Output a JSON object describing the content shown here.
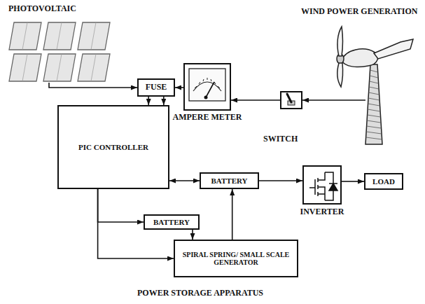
{
  "diagram": {
    "nodes": [
      {
        "text": [
          "PHOTOVOLTAIC"
        ]
      },
      {
        "text": [
          "FUSE"
        ]
      },
      {
        "text": [
          "AMPERE METER"
        ]
      },
      {
        "text": [
          "SWITCH"
        ]
      },
      {
        "text": [
          "WIND POWER GENERATION"
        ]
      },
      {
        "text": [
          "PIC CONTROLLER"
        ]
      },
      {
        "text": [
          "BATTERY"
        ]
      },
      {
        "text": [
          "INVERTER"
        ]
      },
      {
        "text": [
          "LOAD"
        ]
      },
      {
        "text": [
          "BATTERY"
        ]
      },
      {
        "text": [
          "SPIRAL SPRING/ SMALL SCALE GENERATOR"
        ]
      }
    ],
    "edges": [
      {
        "from": 0,
        "to": 1,
        "arrow": "to"
      },
      {
        "from": 2,
        "to": 1,
        "arrow": "to"
      },
      {
        "from": 3,
        "to": 2,
        "arrow": "to"
      },
      {
        "from": 4,
        "to": 3,
        "arrow": "to"
      },
      {
        "from": 1,
        "to": 5,
        "arrow": "to"
      },
      {
        "from": 1,
        "to": 5,
        "arrow": "to"
      },
      {
        "from": 5,
        "to": 6,
        "arrow": "both"
      },
      {
        "from": 6,
        "to": 7,
        "arrow": "to"
      },
      {
        "from": 7,
        "to": 8,
        "arrow": "to"
      },
      {
        "from": 5,
        "to": 9,
        "arrow": "to"
      },
      {
        "from": 5,
        "to": 10,
        "arrow": "to"
      },
      {
        "from": 9,
        "to": 10,
        "arrow": "to"
      },
      {
        "from": 10,
        "to": 6,
        "arrow": "to"
      }
    ],
    "labels": [
      "POWER STORAGE APPARATUS"
    ]
  }
}
